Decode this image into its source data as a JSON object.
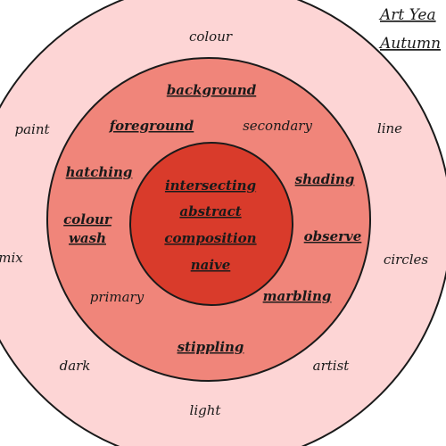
{
  "header": {
    "title": "Art Yea",
    "subtitle": "Autumn"
  },
  "colors": {
    "outer_ring": "#fdd5d5",
    "middle_ring": "#f0857a",
    "inner_circle": "#d93b2b",
    "outline": "#1a1a1a"
  },
  "rings": {
    "inner": {
      "words": [
        "intersecting",
        "abstract",
        "composition",
        "naive"
      ]
    },
    "middle": {
      "words": [
        "background",
        "foreground",
        "secondary",
        "hatching",
        "shading",
        "colour",
        "wash",
        "observe",
        "primary",
        "marbling",
        "stippling"
      ]
    },
    "outer": {
      "words": [
        "colour",
        "paint",
        "line",
        "mix",
        "circles",
        "dark",
        "artist",
        "light"
      ]
    }
  }
}
